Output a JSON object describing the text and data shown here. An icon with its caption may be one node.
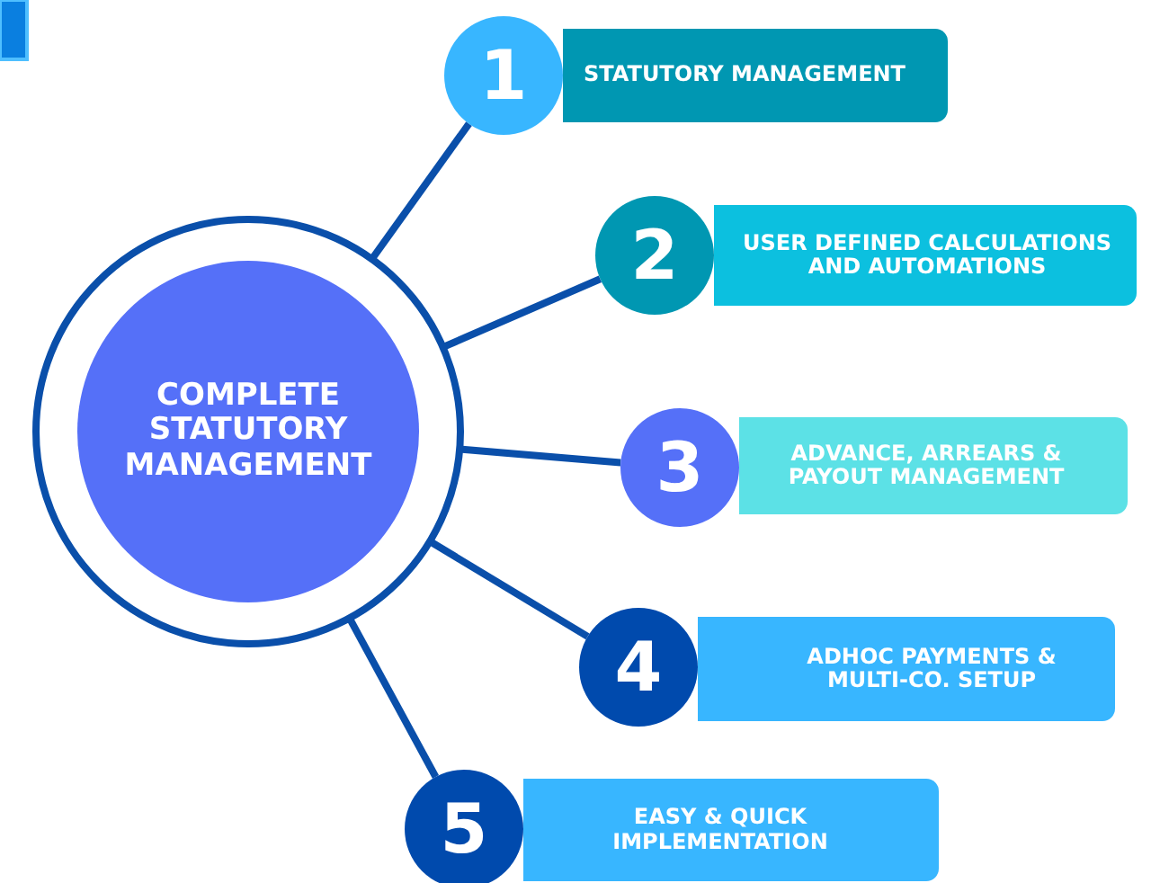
{
  "diagram": {
    "nodes": [
      {
        "text": [
          "COMPLETE STATUTORY MANAGEMENT"
        ]
      },
      {
        "text": [
          "1"
        ]
      },
      {
        "text": [
          "STATUTORY MANAGEMENT"
        ]
      },
      {
        "text": [
          "2"
        ]
      },
      {
        "text": [
          "USER DEFINED CALCULATIONS AND AUTOMATIONS"
        ]
      },
      {
        "text": [
          "3"
        ]
      },
      {
        "text": [
          "ADVANCE, ARREARS & PAYOUT MANAGEMENT"
        ]
      },
      {
        "text": [
          "4"
        ]
      },
      {
        "text": [
          "ADHOC PAYMENTS & MULTI-CO. SETUP"
        ]
      },
      {
        "text": [
          "5"
        ]
      },
      {
        "text": [
          "EASY & QUICK IMPLEMENTATION"
        ]
      }
    ],
    "edges": [
      {
        "from": 0,
        "to": 1,
        "arrow": "none"
      },
      {
        "from": 0,
        "to": 3,
        "arrow": "none"
      },
      {
        "from": 0,
        "to": 5,
        "arrow": "none"
      },
      {
        "from": 0,
        "to": 7,
        "arrow": "none"
      },
      {
        "from": 0,
        "to": 9,
        "arrow": "none"
      }
    ]
  }
}
